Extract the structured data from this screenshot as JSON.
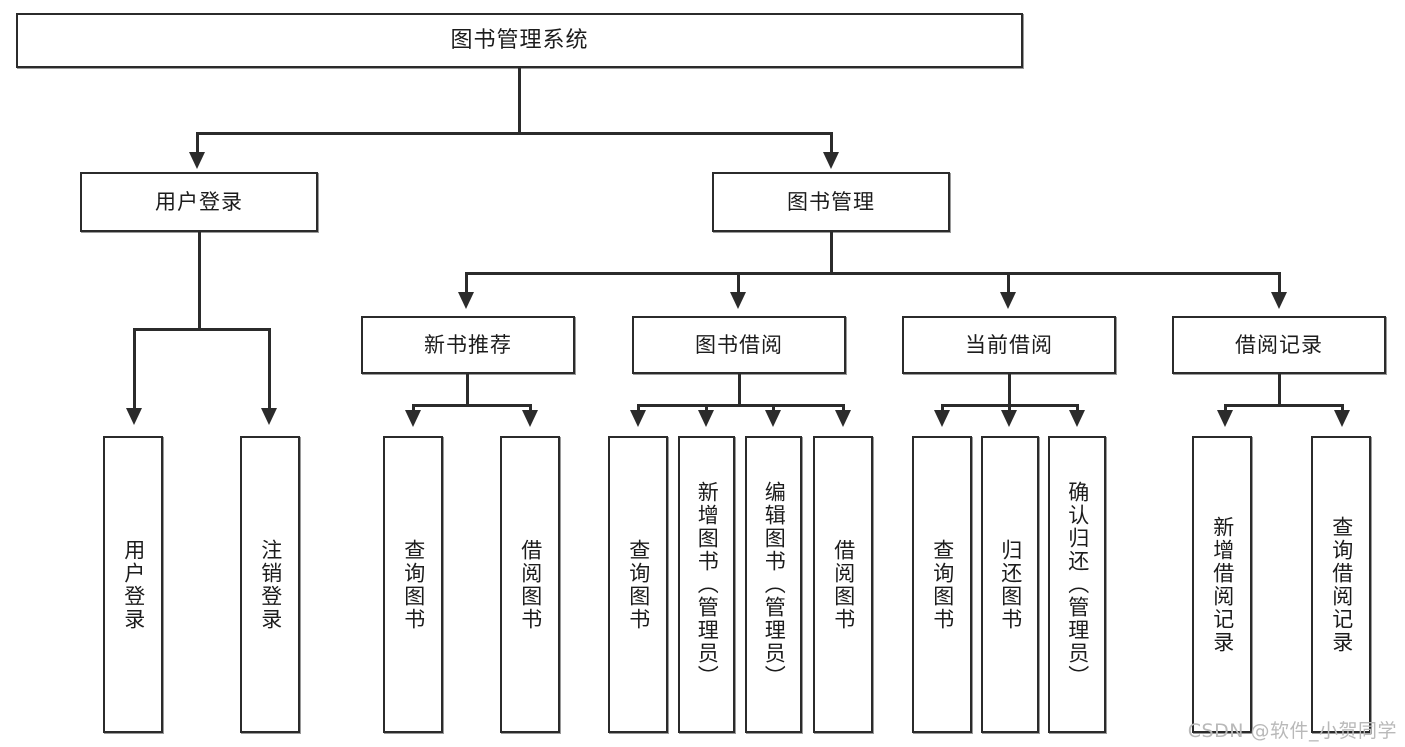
{
  "diagram": {
    "type": "tree",
    "title": "图书管理系统",
    "root": {
      "id": "root",
      "label": "图书管理系统"
    },
    "tier1": [
      {
        "id": "user-login",
        "label": "用户登录"
      },
      {
        "id": "book-manage",
        "label": "图书管理"
      }
    ],
    "tier2": [
      {
        "id": "new-book-rec",
        "label": "新书推荐"
      },
      {
        "id": "book-borrow",
        "label": "图书借阅"
      },
      {
        "id": "current-borrow",
        "label": "当前借阅"
      },
      {
        "id": "borrow-record",
        "label": "借阅记录"
      }
    ],
    "leaves": {
      "user_login": [
        {
          "id": "leaf-user-login",
          "label": "用户登录"
        },
        {
          "id": "leaf-logout-login",
          "label": "注销登录"
        }
      ],
      "new_book_rec": [
        {
          "id": "leaf-query-book-1",
          "label": "查询图书"
        },
        {
          "id": "leaf-borrow-book-1",
          "label": "借阅图书"
        }
      ],
      "book_borrow": [
        {
          "id": "leaf-query-book-2",
          "label": "查询图书"
        },
        {
          "id": "leaf-add-book",
          "label": "新增图书（管理员）"
        },
        {
          "id": "leaf-edit-book",
          "label": "编辑图书（管理员）"
        },
        {
          "id": "leaf-borrow-book-2",
          "label": "借阅图书"
        }
      ],
      "current_borrow": [
        {
          "id": "leaf-query-book-3",
          "label": "查询图书"
        },
        {
          "id": "leaf-return-book",
          "label": "归还图书"
        },
        {
          "id": "leaf-confirm-return",
          "label": "确认归还（管理员）"
        }
      ],
      "borrow_record": [
        {
          "id": "leaf-add-record",
          "label": "新增借阅记录"
        },
        {
          "id": "leaf-query-record",
          "label": "查询借阅记录"
        }
      ]
    }
  },
  "watermark": {
    "text": "CSDN @软件_小贺同学"
  },
  "colors": {
    "stroke": "#2b2b2b",
    "fill": "#ffffff",
    "text": "#1c1c1c",
    "watermark": "#b9b9b9"
  }
}
